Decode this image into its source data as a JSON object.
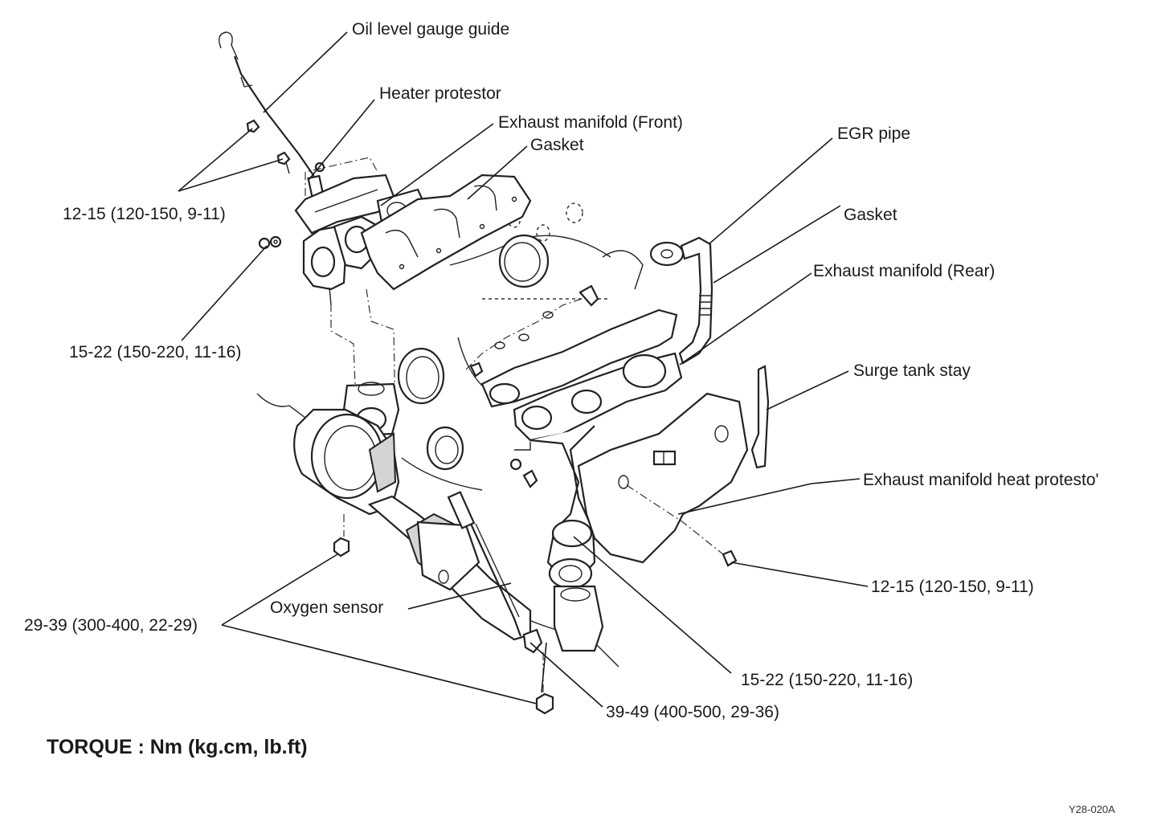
{
  "labels": {
    "oil_level_gauge_guide": "Oil level gauge guide",
    "heater_protestor": "Heater protestor",
    "exhaust_manifold_front": "Exhaust manifold (Front)",
    "gasket_front": "Gasket",
    "egr_pipe": "EGR pipe",
    "gasket_rear": "Gasket",
    "exhaust_manifold_rear": "Exhaust manifold (Rear)",
    "surge_tank_stay": "Surge tank stay",
    "exhaust_manifold_heat_protestor": "Exhaust manifold heat protesto'",
    "oxygen_sensor": "Oxygen sensor"
  },
  "torques": {
    "bolt_12_15_left": "12-15 (120-150, 9-11)",
    "nut_15_22_left": "15-22 (150-220, 11-16)",
    "nut_29_39": "29-39 (300-400, 22-29)",
    "bolt_12_15_right": "12-15 (120-150, 9-11)",
    "nut_15_22_right": "15-22 (150-220, 11-16)",
    "sensor_39_49": "39-49 (400-500, 29-36)"
  },
  "torque_legend": "TORQUE : Nm (kg.cm, lb.ft)",
  "figure_code": "Y28-020A"
}
